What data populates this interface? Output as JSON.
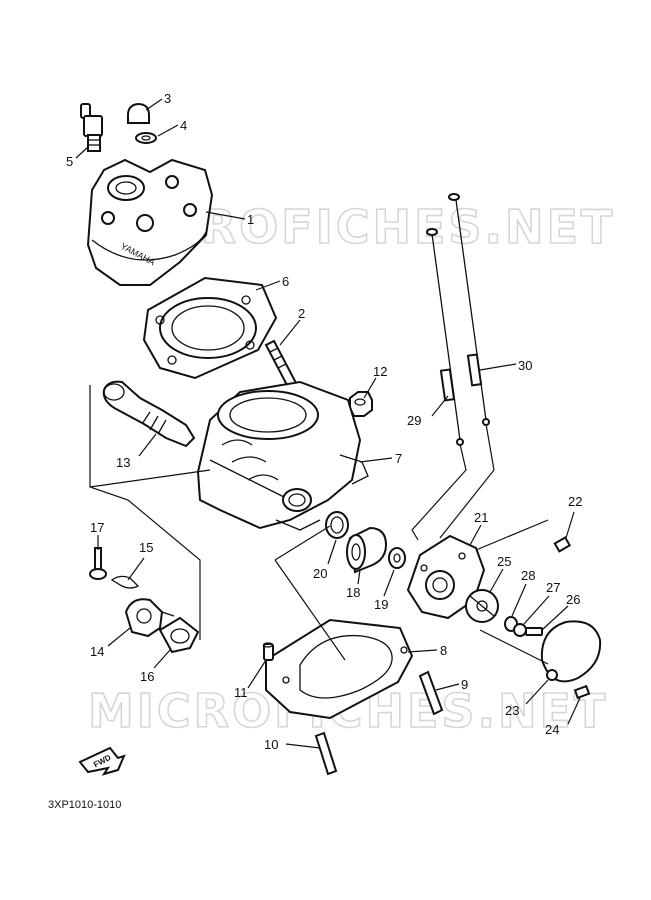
{
  "watermark": "MICROFICHES.NET",
  "fwd_label": "FWD",
  "diagram_code": "3XP1010-1010",
  "parts": [
    {
      "id": "p1",
      "label": "1"
    },
    {
      "id": "p2",
      "label": "2"
    },
    {
      "id": "p3",
      "label": "3"
    },
    {
      "id": "p4",
      "label": "4"
    },
    {
      "id": "p5",
      "label": "5"
    },
    {
      "id": "p6",
      "label": "6"
    },
    {
      "id": "p7",
      "label": "7"
    },
    {
      "id": "p8",
      "label": "8"
    },
    {
      "id": "p9",
      "label": "9"
    },
    {
      "id": "p10",
      "label": "10"
    },
    {
      "id": "p11",
      "label": "11"
    },
    {
      "id": "p12",
      "label": "12"
    },
    {
      "id": "p13",
      "label": "13"
    },
    {
      "id": "p14",
      "label": "14"
    },
    {
      "id": "p15",
      "label": "15"
    },
    {
      "id": "p16",
      "label": "16"
    },
    {
      "id": "p17",
      "label": "17"
    },
    {
      "id": "p18",
      "label": "18"
    },
    {
      "id": "p19",
      "label": "19"
    },
    {
      "id": "p20",
      "label": "20"
    },
    {
      "id": "p21",
      "label": "21"
    },
    {
      "id": "p22",
      "label": "22"
    },
    {
      "id": "p23",
      "label": "23"
    },
    {
      "id": "p24",
      "label": "24"
    },
    {
      "id": "p25",
      "label": "25"
    },
    {
      "id": "p26",
      "label": "26"
    },
    {
      "id": "p27",
      "label": "27"
    },
    {
      "id": "p28",
      "label": "28"
    },
    {
      "id": "p29",
      "label": "29"
    },
    {
      "id": "p30",
      "label": "30"
    }
  ]
}
